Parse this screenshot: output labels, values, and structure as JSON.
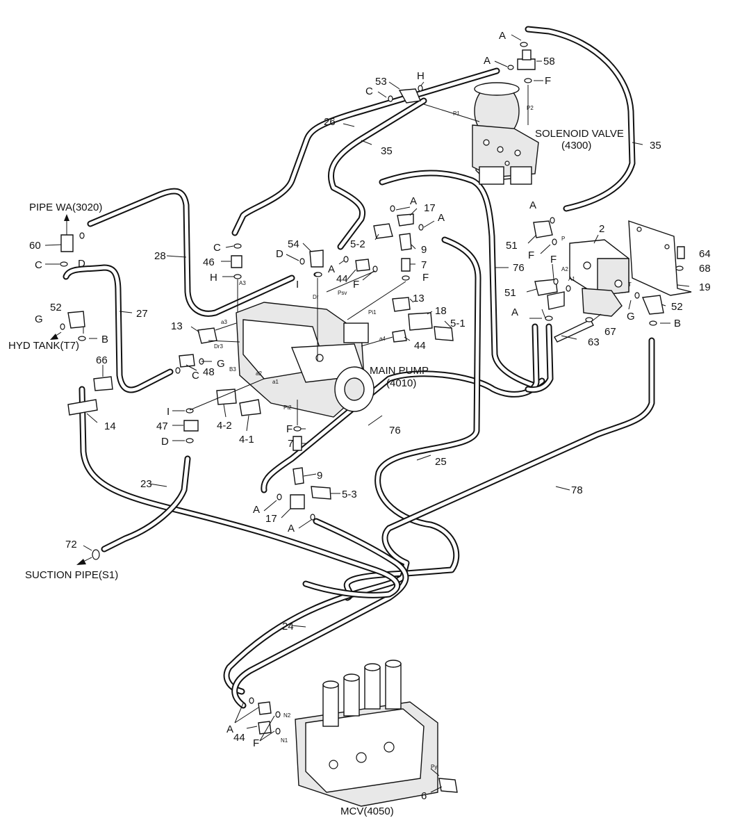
{
  "components": {
    "solenoid_valve": [
      "SOLENOID VALVE",
      "(4300)"
    ],
    "main_pump": [
      "MAIN PUMP",
      "(4010)"
    ],
    "mcv": "MCV(4050)",
    "pipe_wa": "PIPE WA(3020)",
    "hyd_tank": "HYD TANK(T7)",
    "suction_pipe": "SUCTION PIPE(S1)"
  },
  "callouts": {
    "n58": "58",
    "n53": "53",
    "n26": "26",
    "n35a": "35",
    "n35b": "35",
    "n2": "2",
    "n51a": "51",
    "n51b": "51",
    "n64": "64",
    "n68": "68",
    "n19": "19",
    "n52a": "52",
    "n52b": "52",
    "n63": "63",
    "n67": "67",
    "n60": "60",
    "n28": "28",
    "n27": "27",
    "n46": "46",
    "n54": "54",
    "n5_2": "5-2",
    "n17a": "17",
    "n17b": "17",
    "n9a": "9",
    "n9b": "9",
    "n7a": "7",
    "n7b": "7",
    "n44a": "44",
    "n44b": "44",
    "n44c": "44",
    "n13a": "13",
    "n13b": "13",
    "n18": "18",
    "n5_1": "5-1",
    "n5_3": "5-3",
    "n76a": "76",
    "n76b": "76",
    "n66": "66",
    "n48": "48",
    "n14": "14",
    "n47": "47",
    "n4_2": "4-2",
    "n4_1": "4-1",
    "n25": "25",
    "n78": "78",
    "n23": "23",
    "n72": "72",
    "n24": "24",
    "n6": "6"
  },
  "letters": {
    "A1": "A",
    "A2": "A",
    "A3": "A",
    "A4": "A",
    "A5": "A",
    "A6": "A",
    "A7": "A",
    "A8": "A",
    "A9": "A",
    "A10": "A",
    "B1": "B",
    "B2": "B",
    "C1": "C",
    "C2": "C",
    "C3": "C",
    "C4": "C",
    "D1": "D",
    "D2": "D",
    "D3": "D",
    "F1": "F",
    "F2": "F",
    "F3": "F",
    "F4": "F",
    "F5": "F",
    "F6": "F",
    "F7": "F",
    "G1": "G",
    "G2": "G",
    "G3": "G",
    "H1": "H",
    "H2": "H",
    "I1": "I",
    "I2": "I"
  },
  "ports": {
    "P1": "P1",
    "P2": "P2",
    "A3": "A3",
    "a3": "a3",
    "Dr3": "Dr3",
    "B3": "B3",
    "a2": "a2",
    "a1": "a1",
    "Dr": "Dr",
    "Psv": "Psv",
    "Pi1": "Pi1",
    "a4": "a4",
    "Pi2": "Pi2",
    "P": "P",
    "A2": "A2",
    "A1": "A1",
    "T": "T",
    "N2": "N2",
    "N1": "N1",
    "Py": "Py"
  },
  "colors": {
    "line": "#111111",
    "background": "#ffffff",
    "fill": "#e8e8e8"
  }
}
